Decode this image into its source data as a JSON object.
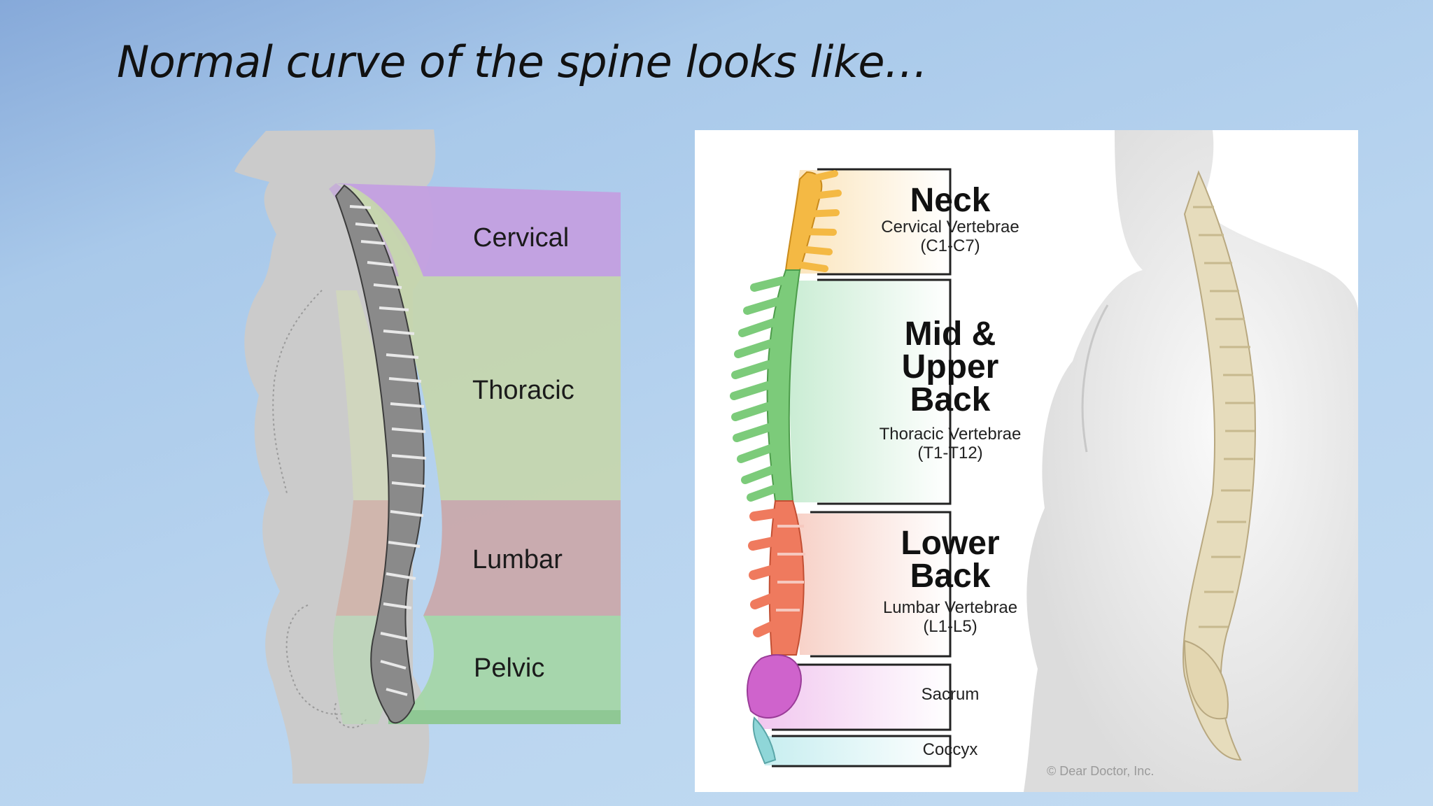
{
  "slide": {
    "title": "Normal curve of the spine looks like…"
  },
  "left_figure": {
    "regions": [
      {
        "label": "Cervical",
        "color": "#c39fe0"
      },
      {
        "label": "Thoracic",
        "color": "#c5d6ad"
      },
      {
        "label": "Lumbar",
        "color": "#c9a9ab"
      },
      {
        "label": "Pelvic",
        "color": "#a4d6a8"
      }
    ]
  },
  "right_figure": {
    "neck": {
      "title": "Neck",
      "subtitle": "Cervical Vertebrae",
      "range": "(C1-C7)",
      "color": "#f4b944"
    },
    "mid_upper": {
      "title_line1": "Mid &",
      "title_line2": "Upper",
      "title_line3": "Back",
      "subtitle": "Thoracic Vertebrae",
      "range": "(T1-T12)",
      "color": "#7ccb7a"
    },
    "lower": {
      "title_line1": "Lower",
      "title_line2": "Back",
      "subtitle": "Lumbar Vertebrae",
      "range": "(L1-L5)",
      "color": "#ef7a5e"
    },
    "sacrum": {
      "label": "Sacrum",
      "color": "#cf63cc"
    },
    "coccyx": {
      "label": "Coccyx",
      "color": "#8fd6d8"
    },
    "copyright": "© Dear Doctor, Inc."
  }
}
